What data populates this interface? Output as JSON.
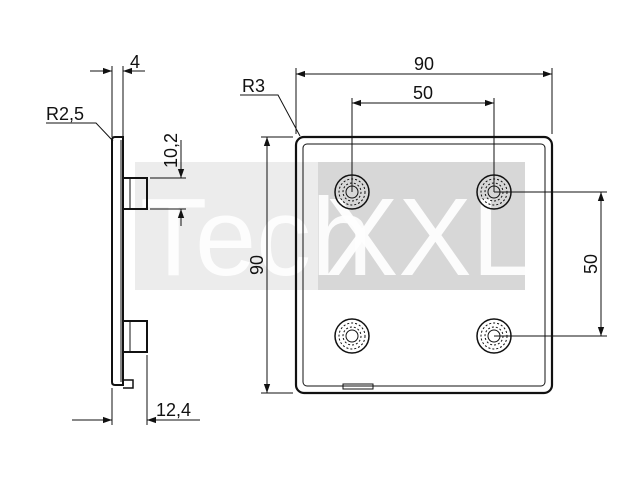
{
  "watermark": {
    "left_text": "Tech",
    "right_text": "XXL",
    "color": "#d9d9d9"
  },
  "side_view": {
    "dim_thickness": "4",
    "dim_corner_radius": "R2,5",
    "dim_pin_offset": "10,2",
    "dim_total_depth": "12,4"
  },
  "front_view": {
    "dim_corner_radius": "R3",
    "dim_width": "90",
    "dim_height": "90",
    "dim_hole_spacing_x": "50",
    "dim_hole_spacing_y": "50"
  },
  "colors": {
    "line": "#111111",
    "background": "#ffffff"
  }
}
